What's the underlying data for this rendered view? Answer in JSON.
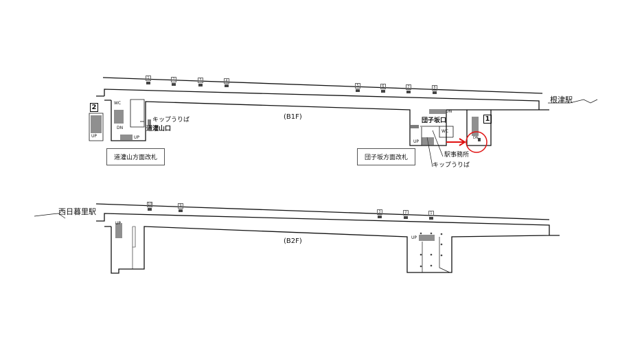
{
  "floors": {
    "b1f": {
      "label": "(B1F)",
      "cars": [
        "1",
        "2",
        "3",
        "4",
        "5",
        "6",
        "7",
        "8"
      ],
      "station_right": "根津駅",
      "exit_left_number": "2",
      "exit_right_number": "1",
      "exit_left_name": "道灌山口",
      "exit_right_name": "団子坂口",
      "gate_left": "道灌山方面改札",
      "gate_right": "団子坂方面改札",
      "ticket_left": "キップうりば",
      "ticket_right": "キップうりば",
      "station_office": "駅事務所",
      "wc": "WC",
      "up": "UP",
      "dn": "DN"
    },
    "b2f": {
      "label": "(B2F)",
      "cars": [
        "10",
        "9",
        "3",
        "2",
        "1"
      ],
      "station_left": "西日暮里駅",
      "up": "UP"
    }
  },
  "highlight": {
    "arrow_color": "#e01010",
    "circle_color": "#e01010"
  }
}
